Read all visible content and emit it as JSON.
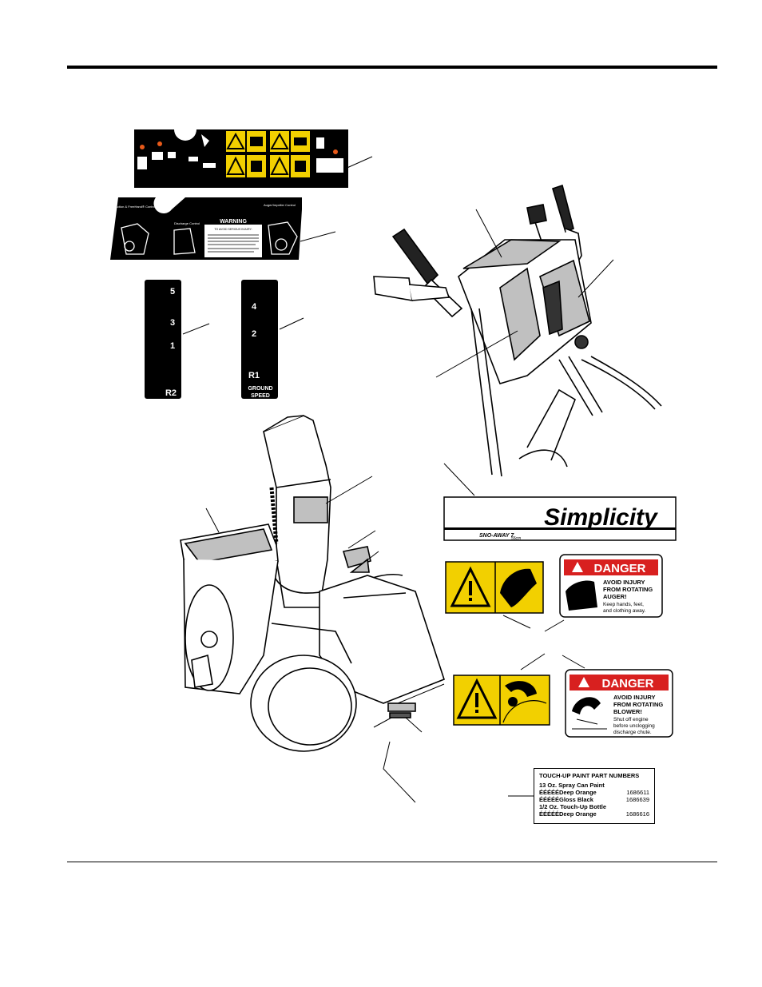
{
  "decals": {
    "top_panel": {
      "hazard_colors": {
        "yellow": "#f2d000",
        "black": "#000000",
        "orange": "#e85a1a"
      }
    },
    "control_panel": {
      "label_traction": "Traction & FreeHand® Control",
      "label_discharge": "Discharge Control",
      "label_auger": "Auger/Impeller Control",
      "warning_title": "WARNING",
      "warning_sub": "TO AVOID SERIOUS INJURY:"
    },
    "speed_left": {
      "labels": [
        "5",
        "3",
        "1",
        "R2"
      ]
    },
    "speed_right": {
      "labels": [
        "4",
        "2",
        "R1",
        "GROUND",
        "SPEED"
      ]
    },
    "brand": {
      "name": "Simplicity",
      "model": "SNO-AWAY 7",
      "sub": "55cm"
    },
    "danger_auger": {
      "header": "DANGER",
      "lines": [
        "AVOID INJURY",
        "FROM ROTATING",
        "AUGER!"
      ],
      "body": [
        "Keep hands, feet,",
        "and clothing away."
      ]
    },
    "danger_blower": {
      "header": "DANGER",
      "lines": [
        "AVOID INJURY",
        "FROM ROTATING",
        "BLOWER!"
      ],
      "body": [
        "Shut off engine",
        "before unclogging",
        "discharge chute."
      ]
    },
    "paint": {
      "title": "TOUCH-UP PAINT PART NUMBERS",
      "spray_header": "13 Oz. Spray Can Paint",
      "row1_name": "ÉÉÉÉÉDeep Orange",
      "row1_num": "1686611",
      "row2_name": "ÉÉÉÉÉGloss Black",
      "row2_num": "1686639",
      "bottle_header": "1/2 Oz. Touch-Up Bottle",
      "row3_name": "ÉÉÉÉÉDeep Orange",
      "row3_num": "1686616"
    }
  },
  "colors": {
    "danger_red": "#d8201f",
    "hazard_yellow": "#f2d000",
    "gray_fill": "#c0c0c0"
  }
}
